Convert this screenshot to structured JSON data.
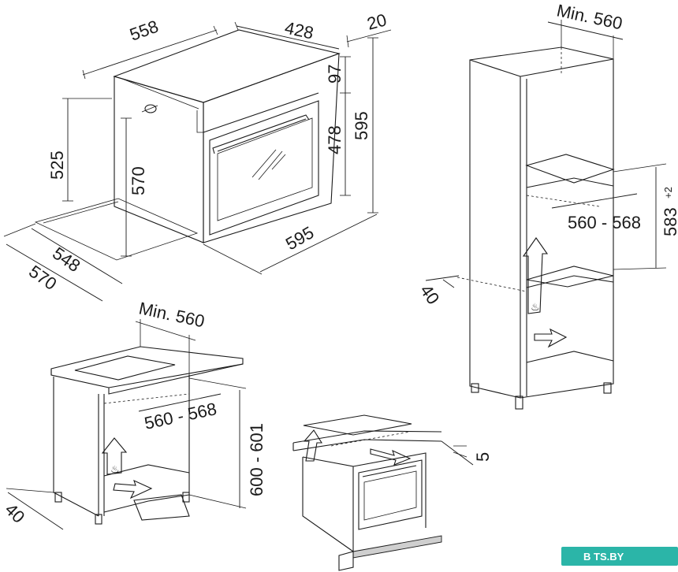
{
  "oven": {
    "width": "558",
    "depth_top": "428",
    "gap_top": "20",
    "panel_height": "97",
    "door_height": "478",
    "total_height": "595",
    "left_height": "525",
    "inner_height": "570",
    "front_width": "595",
    "depth_548": "548",
    "depth_570": "570"
  },
  "tall_cabinet": {
    "min_depth": "Min. 560",
    "niche_width": "560 - 568",
    "niche_height": "583",
    "niche_height_tolerance": "+2",
    "offset": "40"
  },
  "under_counter": {
    "min_depth": "Min. 560",
    "niche_width": "560 - 568",
    "niche_height": "600 - 601",
    "offset": "40"
  },
  "section": {
    "gap": "5"
  },
  "watermark": {
    "text": "B TS.BY"
  }
}
